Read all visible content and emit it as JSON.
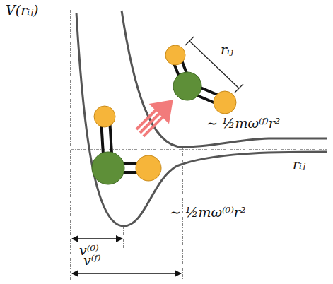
{
  "diagram": {
    "labels": [
      "V(rᵢⱼ)",
      "rᵢⱼ",
      "∼ ½mω⁽ᶠ⁾r²",
      "rᵢⱼ",
      "∼ ½mω⁽⁰⁾r²",
      "v⁽⁰⁾",
      "v⁽ᶠ⁾"
    ]
  }
}
